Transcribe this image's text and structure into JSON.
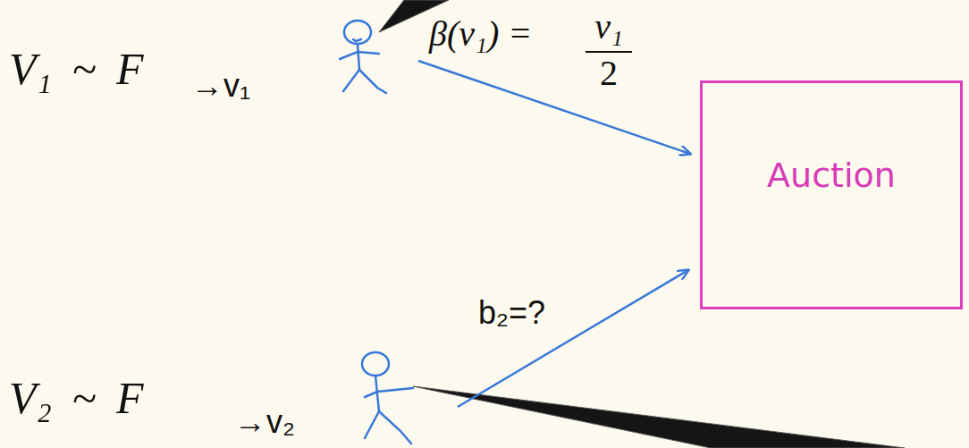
{
  "diagram": {
    "nodes": [
      {
        "text": [
          "Auction"
        ]
      }
    ],
    "labels": [
      "V₁ ~ F",
      "→v₁",
      "β(v₁) =",
      "v₁",
      "2",
      "b₂=?",
      "V₂ ~ F",
      "→v₂"
    ]
  }
}
